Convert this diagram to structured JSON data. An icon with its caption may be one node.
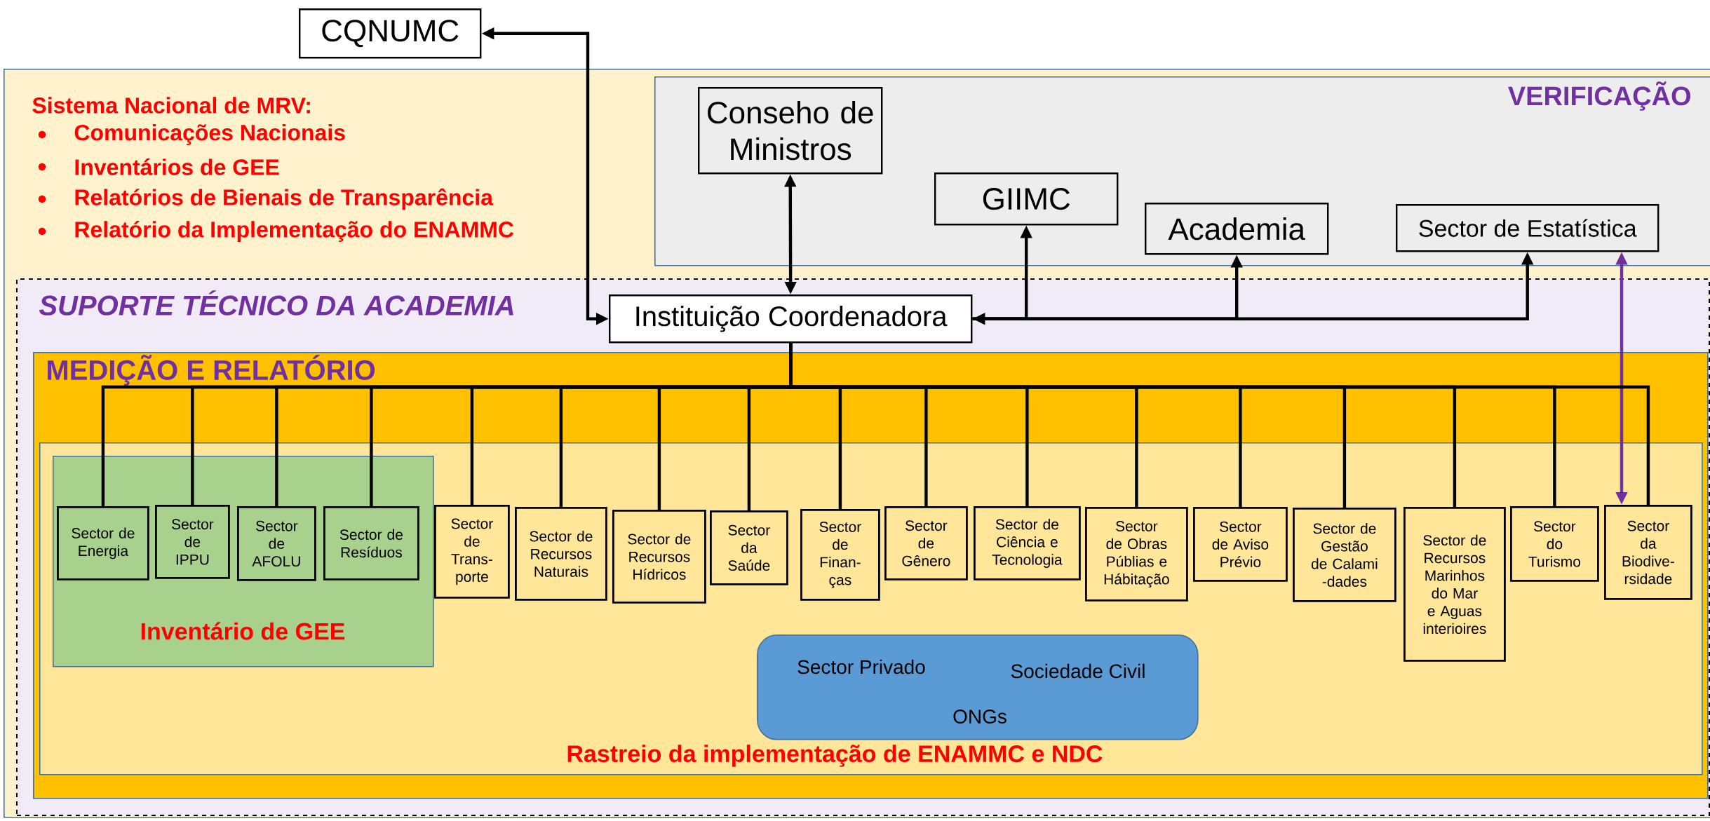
{
  "diagram": {
    "nodes": [
      {
        "text": [
          "CQNUMC"
        ]
      },
      {
        "text": [
          "Sistema Nacional de MRV:",
          "Comunicações Nacionais",
          "Inventários de GEE",
          "Relatórios de Bienais de Transparência",
          "Relatório da Implementação do ENAMMC"
        ]
      },
      {
        "text": [
          "VERIFICAÇÃO"
        ],
        "in": 1
      },
      {
        "text": [
          "Conseho de Ministros"
        ],
        "in": 2
      },
      {
        "text": [
          "GIIMC"
        ],
        "in": 2
      },
      {
        "text": [
          "Academia"
        ],
        "in": 2
      },
      {
        "text": [
          "Sector de Estatística"
        ],
        "in": 2
      },
      {
        "text": [
          "SUPORTE TÉCNICO DA ACADEMIA"
        ],
        "in": 1
      },
      {
        "text": [
          "Instituição Coordenadora"
        ],
        "in": 7
      },
      {
        "text": [
          "MEDIÇÃO E RELATÓRIO"
        ],
        "in": 7
      },
      {
        "text": [
          "Rastreio da implementação de ENAMMC e NDC"
        ],
        "in": 9
      },
      {
        "text": [
          "Inventário de GEE"
        ],
        "in": 10
      },
      {
        "text": [
          "Sector de Energia"
        ],
        "in": 11
      },
      {
        "text": [
          "Sector de IPPU"
        ],
        "in": 11
      },
      {
        "text": [
          "Sector de AFOLU"
        ],
        "in": 11
      },
      {
        "text": [
          "Sector de Resíduos"
        ],
        "in": 11
      },
      {
        "text": [
          "Sector de Trans-porte"
        ],
        "in": 10
      },
      {
        "text": [
          "Sector de Recursos Naturais"
        ],
        "in": 10
      },
      {
        "text": [
          "Sector de Recursos Hídricos"
        ],
        "in": 10
      },
      {
        "text": [
          "Sector da Saúde"
        ],
        "in": 10
      },
      {
        "text": [
          "Sector de Finan-ças"
        ],
        "in": 10
      },
      {
        "text": [
          "Sector de Gênero"
        ],
        "in": 10
      },
      {
        "text": [
          "Sector de Ciência e Tecnologia"
        ],
        "in": 10
      },
      {
        "text": [
          "Sector de Obras Públias e Hábitação"
        ],
        "in": 10
      },
      {
        "text": [
          "Sector de Aviso Prévio"
        ],
        "in": 10
      },
      {
        "text": [
          "Sector de Gestão de Calami -dades"
        ],
        "in": 10
      },
      {
        "text": [
          "Sector de Recursos Marinhos do Mar e Aguas interioires"
        ],
        "in": 10
      },
      {
        "text": [
          "Sector do Turismo"
        ],
        "in": 10
      },
      {
        "text": [
          "Sector da Biodive-rsidade"
        ],
        "in": 10
      },
      {
        "text": [
          "Sector Privado",
          "Sociedade Civil",
          "ONGs"
        ],
        "in": 10
      }
    ],
    "edges": [
      {
        "from": 8,
        "to": 0,
        "arrow": "both"
      },
      {
        "from": 8,
        "to": 3,
        "arrow": "both"
      },
      {
        "from": 8,
        "to": 4,
        "arrow": "both"
      },
      {
        "from": 8,
        "to": 5,
        "arrow": "to"
      },
      {
        "from": 8,
        "to": 6,
        "arrow": "to"
      },
      {
        "from": 6,
        "to": 28,
        "arrow": "both",
        "color": "#7030a0"
      },
      {
        "from": 8,
        "to": 12,
        "arrow": "none"
      },
      {
        "from": 8,
        "to": 13,
        "arrow": "none"
      },
      {
        "from": 8,
        "to": 14,
        "arrow": "none"
      },
      {
        "from": 8,
        "to": 15,
        "arrow": "none"
      },
      {
        "from": 8,
        "to": 16,
        "arrow": "none"
      },
      {
        "from": 8,
        "to": 17,
        "arrow": "none"
      },
      {
        "from": 8,
        "to": 18,
        "arrow": "none"
      },
      {
        "from": 8,
        "to": 19,
        "arrow": "none"
      },
      {
        "from": 8,
        "to": 20,
        "arrow": "none"
      },
      {
        "from": 8,
        "to": 21,
        "arrow": "none"
      },
      {
        "from": 8,
        "to": 22,
        "arrow": "none"
      },
      {
        "from": 8,
        "to": 23,
        "arrow": "none"
      },
      {
        "from": 8,
        "to": 24,
        "arrow": "none"
      },
      {
        "from": 8,
        "to": 25,
        "arrow": "none"
      },
      {
        "from": 8,
        "to": 26,
        "arrow": "none"
      },
      {
        "from": 8,
        "to": 27,
        "arrow": "none"
      },
      {
        "from": 8,
        "to": 28,
        "arrow": "none"
      }
    ]
  }
}
